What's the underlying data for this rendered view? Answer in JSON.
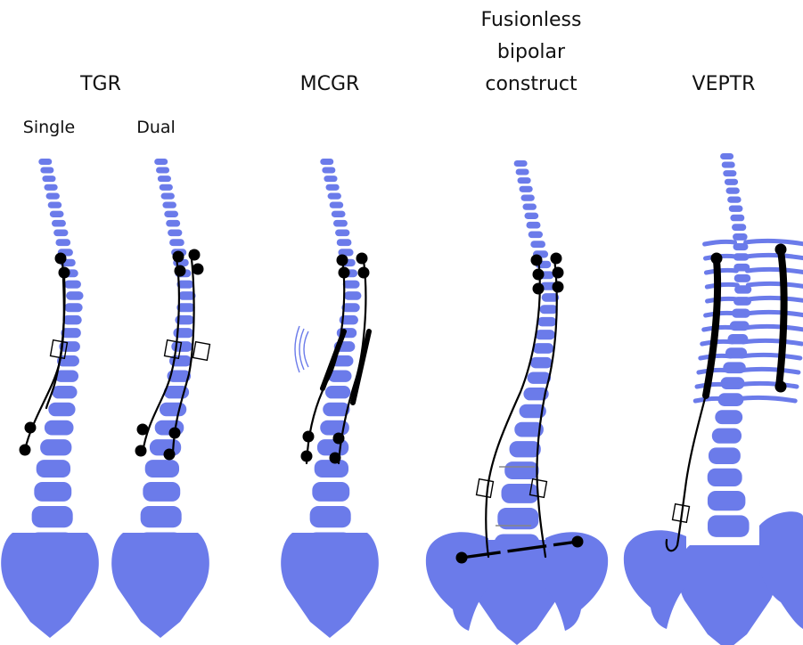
{
  "labels": {
    "tgr": "TGR",
    "single": "Single",
    "dual": "Dual",
    "mcgr": "MCGR",
    "fusionless_line1": "Fusionless",
    "fusionless_line2": "bipolar",
    "fusionless_line3": "construct",
    "veptr": "VEPTR"
  },
  "colors": {
    "bone": "#6b7bea",
    "hardware": "#000000",
    "background": "#ffffff"
  }
}
